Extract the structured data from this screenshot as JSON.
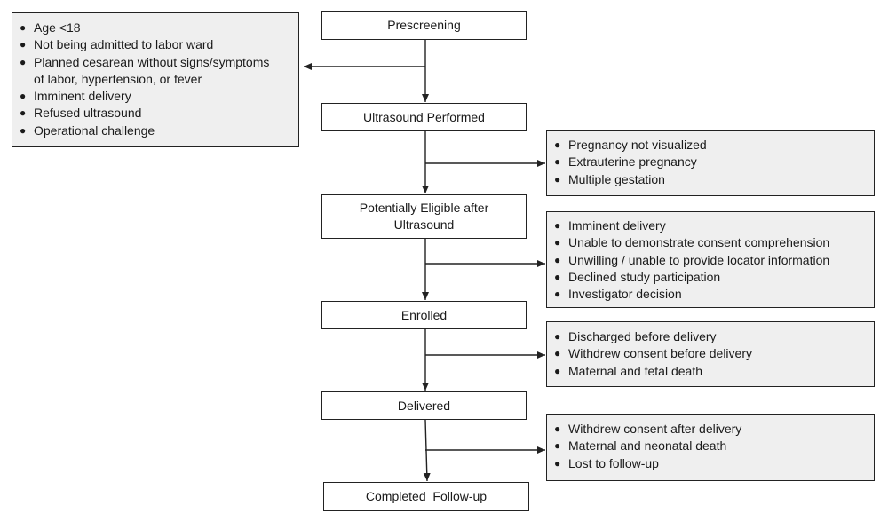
{
  "steps": {
    "prescreening": "Prescreening",
    "ultrasound": "Ultrasound Performed",
    "eligible_line1": "Potentially Eligible after",
    "eligible_line2": "Ultrasound",
    "enrolled": "Enrolled",
    "delivered": "Delivered",
    "completed": "Completed  Follow-up"
  },
  "exclusions": {
    "prescreening": [
      "Age <18",
      "Not being admitted to labor ward",
      "Planned cesarean without signs/symptoms",
      "of labor, hypertension, or fever",
      "Imminent delivery",
      "Refused ultrasound",
      "Operational challenge"
    ],
    "ultrasound": [
      "Pregnancy not visualized",
      "Extrauterine pregnancy",
      "Multiple gestation"
    ],
    "eligible": [
      "Imminent delivery",
      "Unable to demonstrate consent comprehension",
      "Unwilling / unable to provide locator information",
      "Declined study participation",
      "Investigator decision"
    ],
    "enrolled": [
      "Discharged before delivery",
      "Withdrew consent before delivery",
      "Maternal and fetal death"
    ],
    "delivered": [
      "Withdrew consent after delivery",
      "Maternal and neonatal death",
      "Lost to follow-up"
    ]
  },
  "colors": {
    "line": "#222222",
    "exclusion_fill": "#efefef"
  }
}
